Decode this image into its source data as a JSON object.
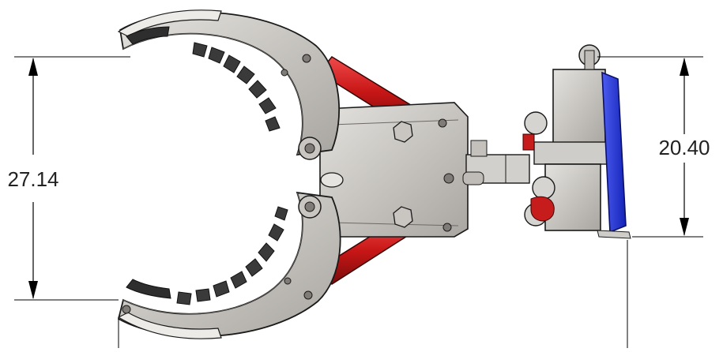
{
  "dimensions": {
    "left_height": "27.14",
    "right_height": "20.40"
  },
  "colors": {
    "background": "#ffffff",
    "metal_light": "#d8d6d2",
    "metal_mid": "#b9b6b1",
    "metal_dark": "#7f7c78",
    "outline": "#1a1a1a",
    "pad": "#3a3a3a",
    "strut_red": "#d11f1f",
    "plate_blue": "#1c2fd6",
    "dimension_line": "#000000"
  },
  "icons": [
    "claw-gripper-drawing",
    "dimension-arrow"
  ]
}
